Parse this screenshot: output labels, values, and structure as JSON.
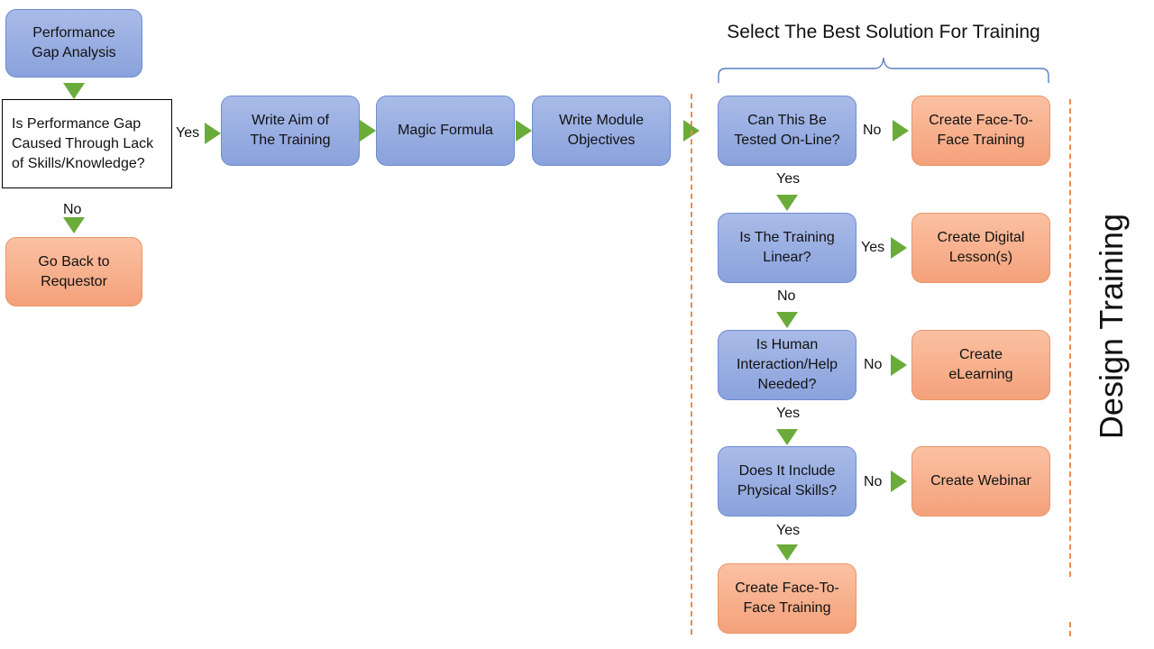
{
  "side_title": "Design Training",
  "bracket_title": "Select The Best Solution For Training",
  "left": {
    "start": "Performance\nGap Analysis",
    "question": "Is Performance Gap\nCaused Through Lack\nof Skills/Knowledge?",
    "no_label": "No",
    "yes_label": "Yes",
    "go_back": "Go Back to\nRequestor"
  },
  "pipeline": {
    "aim": "Write Aim of\nThe Training",
    "magic": "Magic Formula",
    "objectives": "Write Module\nObjectives"
  },
  "decisions": {
    "q1": "Can This Be\nTested On-Line?",
    "q1_side_label": "No",
    "q1_down_label": "Yes",
    "r1": "Create Face-To-\nFace Training",
    "q2": "Is The Training\nLinear?",
    "q2_side_label": "Yes",
    "q2_down_label": "No",
    "r2": "Create Digital\nLesson(s)",
    "q3": "Is Human\nInteraction/Help\nNeeded?",
    "q3_side_label": "No",
    "q3_down_label": "Yes",
    "r3": "Create\neLearning",
    "q4": "Does It Include\nPhysical Skills?",
    "q4_side_label": "No",
    "q4_down_label": "Yes",
    "r4": "Create Webinar",
    "final": "Create Face-To-\nFace Training"
  },
  "colors": {
    "process_fill": "#8ea5dd",
    "outcome_fill": "#f6ab85",
    "arrow": "#6aab3a",
    "divider": "#ee8a4a",
    "bracket": "#5b7fc4"
  }
}
